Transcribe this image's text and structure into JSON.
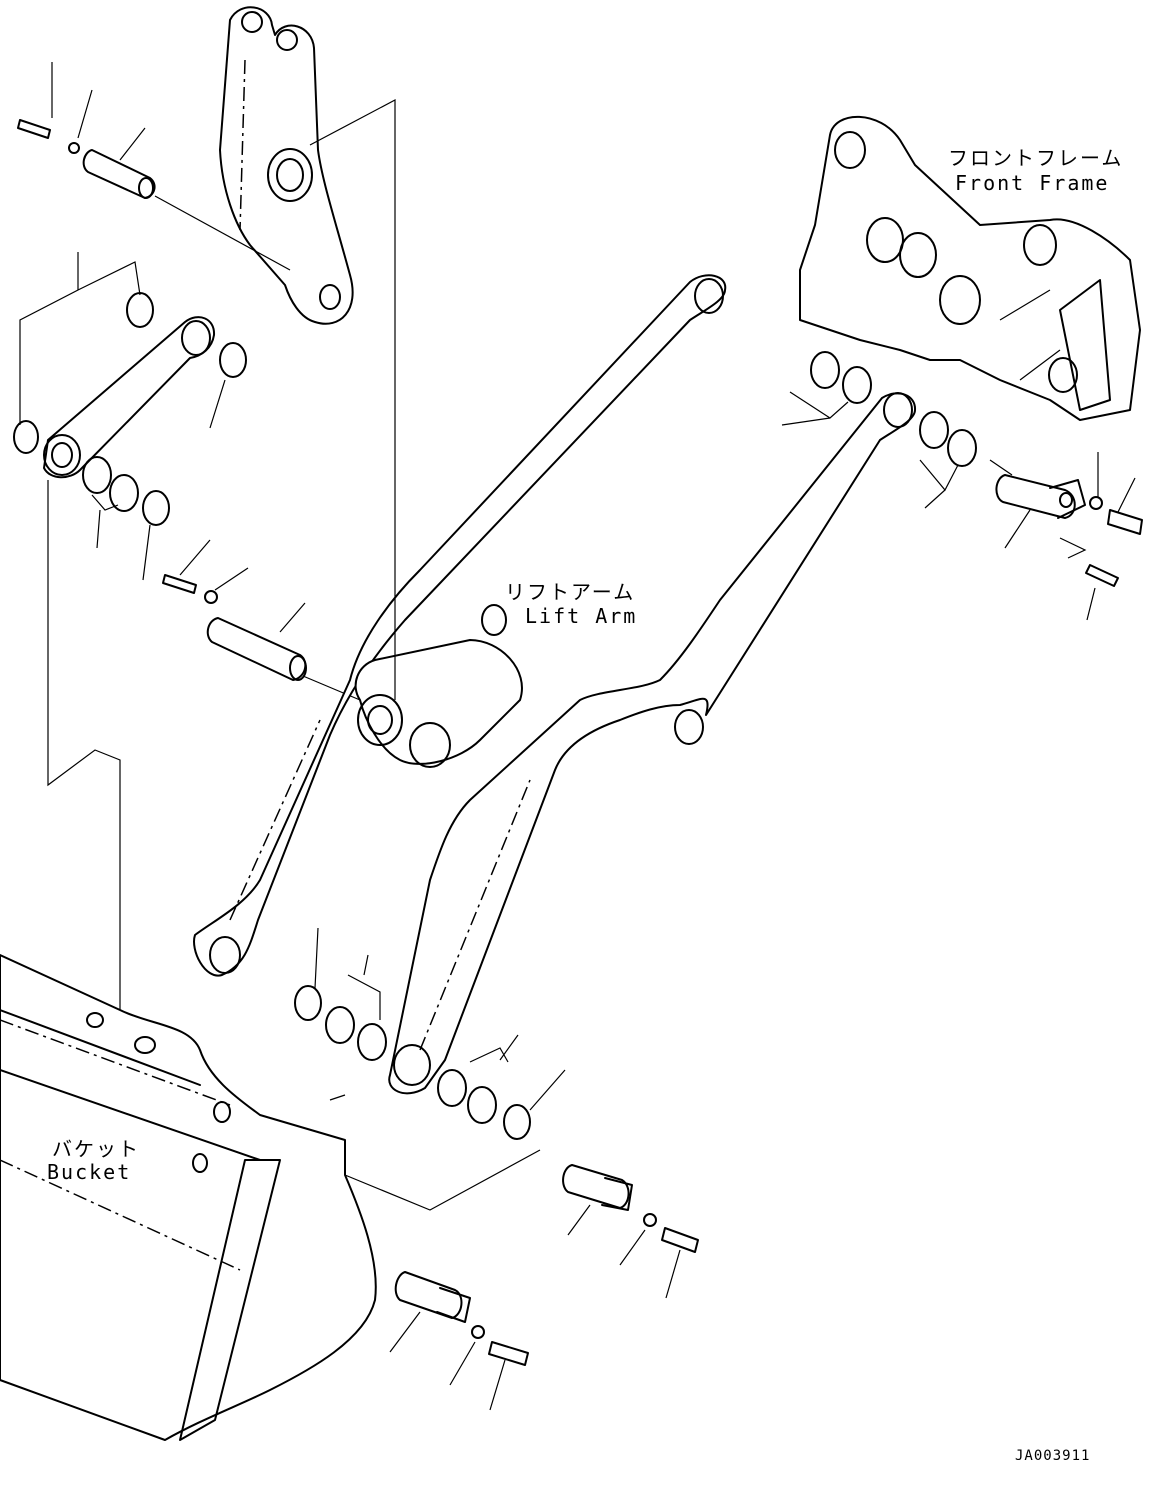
{
  "labels": {
    "front_frame_jp": "フロントフレーム",
    "front_frame_en": "Front Frame",
    "lift_arm_jp": "リフトアーム",
    "lift_arm_en": "Lift Arm",
    "bucket_jp": "バケット",
    "bucket_en": "Bucket"
  },
  "drawing_number": "JA003911"
}
